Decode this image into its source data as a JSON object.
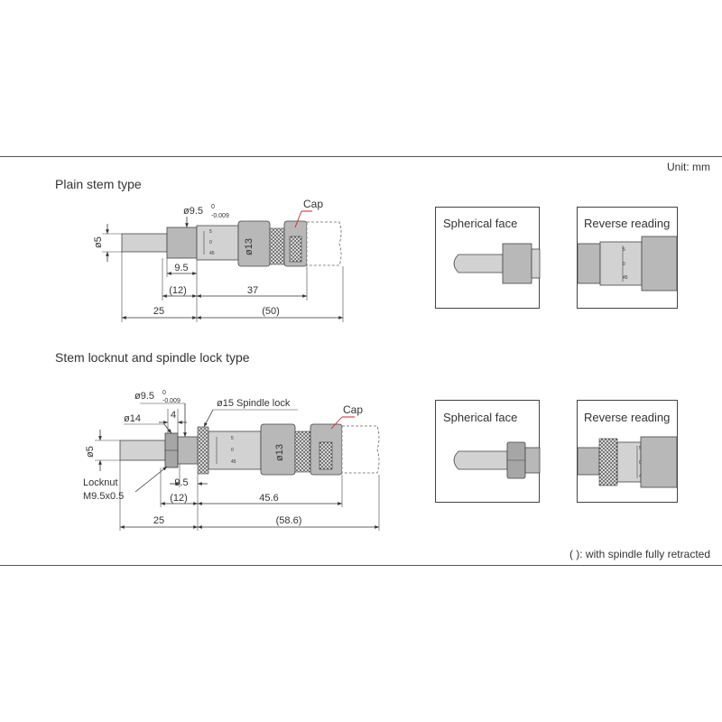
{
  "unit_label": "Unit: mm",
  "footnote": "( ): with spindle fully retracted",
  "plain": {
    "title": "Plain stem type",
    "stem_dia": "ø9.5",
    "tol_upper": "0",
    "tol_lower": "-0.009",
    "cap": "Cap",
    "dia5": "ø5",
    "dia13": "ø13",
    "d95": "9.5",
    "d12": "(12)",
    "d37": "37",
    "d25": "25",
    "d50": "(50)"
  },
  "lock": {
    "title": "Stem locknut and spindle lock type",
    "stem_dia": "ø9.5",
    "tol_upper": "0",
    "tol_lower": "-0.009",
    "spindle_lock": "ø15 Spindle lock",
    "cap": "Cap",
    "dia14": "ø14",
    "d4": "4",
    "dia5": "ø5",
    "dia13": "ø13",
    "locknut_1": "Locknut",
    "locknut_2": "M9.5x0.5",
    "d95": "9.5",
    "d12": "(12)",
    "d456": "45.6",
    "d25": "25",
    "d586": "(58.6)"
  },
  "views": {
    "spherical_1": "Spherical face",
    "reverse_1": "Reverse reading",
    "spherical_2": "Spherical face",
    "reverse_2": "Reverse reading"
  },
  "scale_marks": {
    "a": "5",
    "b": "0",
    "c": "45",
    "d": "5",
    "e": "0",
    "f": "45",
    "g": "5",
    "h": "0",
    "i": "45",
    "j": "5",
    "k": "0",
    "l": "45"
  }
}
